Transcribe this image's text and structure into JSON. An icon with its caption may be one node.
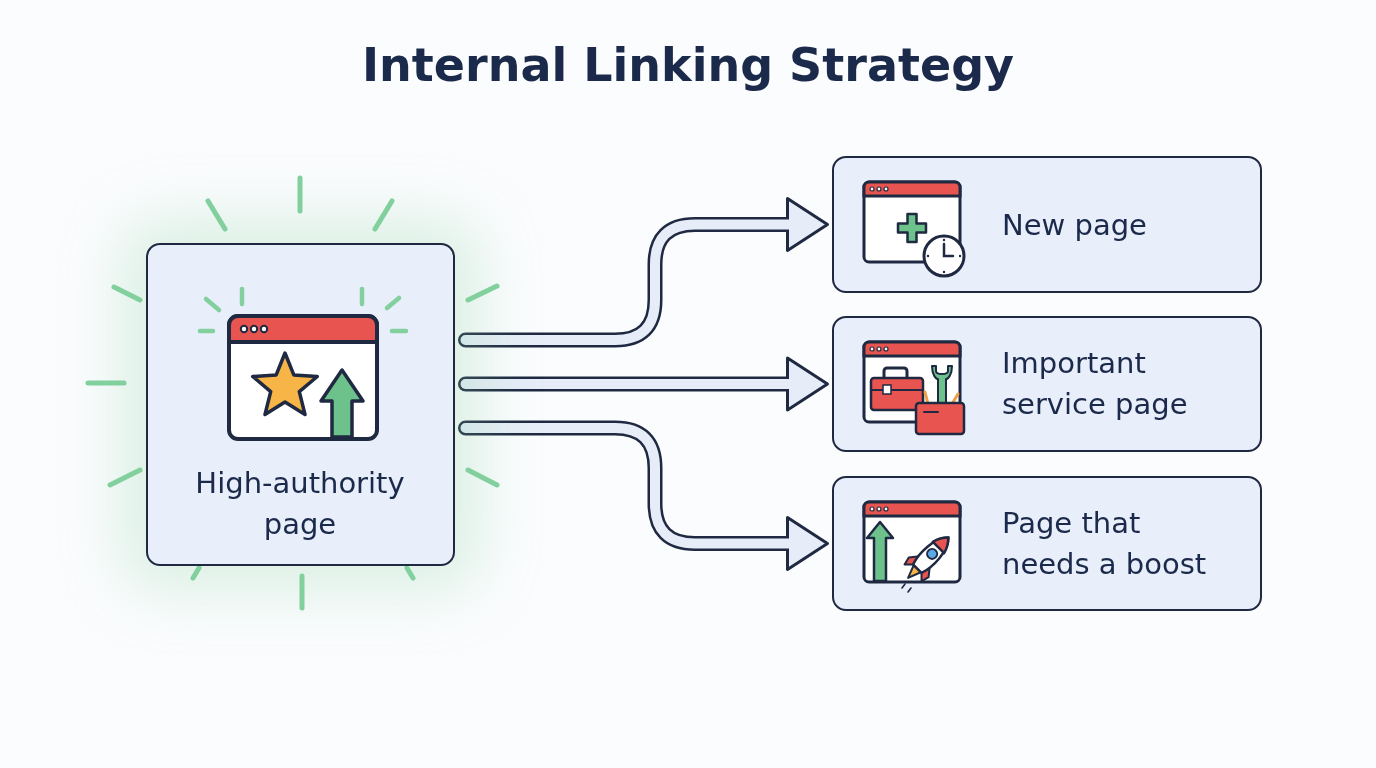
{
  "diagram": {
    "title": "Internal Linking Strategy",
    "nodes": [
      {
        "text": [
          "High-authority page"
        ]
      },
      {
        "text": [
          "New page"
        ]
      },
      {
        "text": [
          "Important service page"
        ]
      },
      {
        "text": [
          "Page that needs a boost"
        ]
      }
    ],
    "edges": [
      {
        "from": 0,
        "to": 1,
        "arrow": "to"
      },
      {
        "from": 0,
        "to": 2,
        "arrow": "to"
      },
      {
        "from": 0,
        "to": 3,
        "arrow": "to"
      }
    ]
  }
}
